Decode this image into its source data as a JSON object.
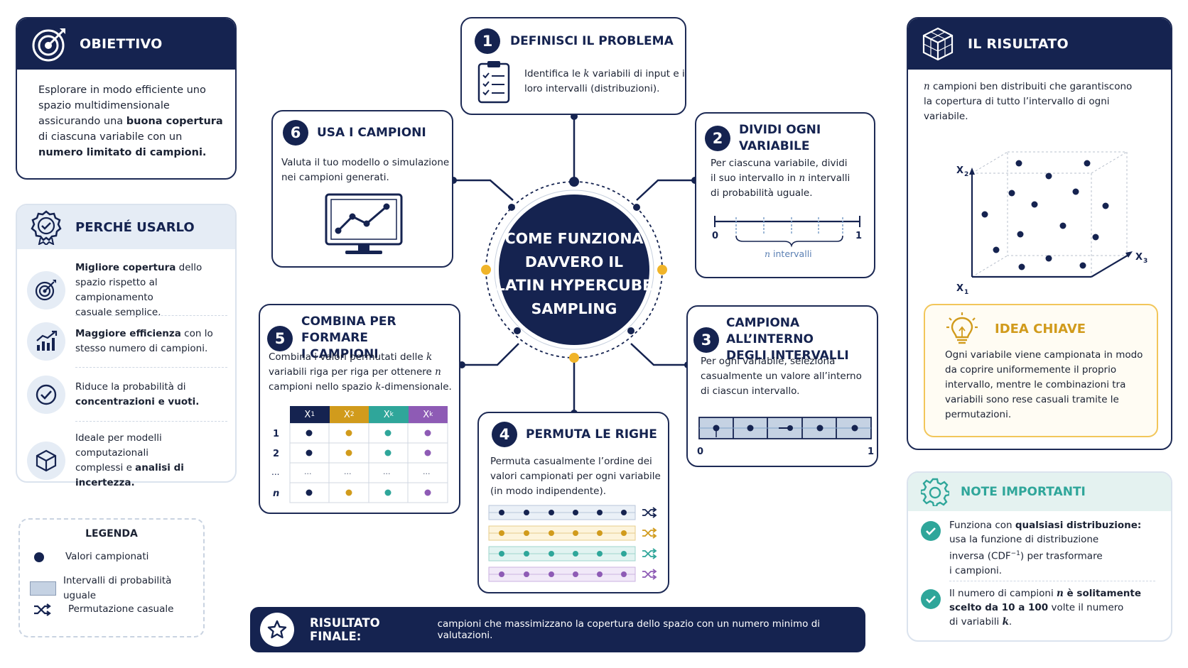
{
  "obiettivo": {
    "title": "OBIETTIVO",
    "line1": "Esplorare in modo efficiente uno",
    "line2": "spazio multidimensionale",
    "line3a": "assicurando una ",
    "line3b": "buona copertura",
    "line4": "di ciascuna variabile con un",
    "line5": "numero limitato di campioni."
  },
  "perche": {
    "title": "PERCHÉ USARLO",
    "items": [
      {
        "bold": "Migliore copertura",
        "rest1": " dello",
        "rest2": "spazio rispetto al campionamento",
        "rest3": "casuale semplice."
      },
      {
        "bold": "Maggiore efficienza",
        "rest1": " con lo",
        "rest2": "stesso numero di campioni.",
        "rest3": ""
      },
      {
        "pre": "Riduce la probabilità di",
        "bold": "concentrazioni e vuoti."
      },
      {
        "pre1": "Ideale per modelli computazionali",
        "pre2": "complessi e ",
        "bold": "analisi di incertezza."
      }
    ]
  },
  "legenda": {
    "title": "LEGENDA",
    "items": [
      "Valori campionati",
      "Intervalli di probabilità uguale",
      "Permutazione casuale"
    ]
  },
  "center": {
    "lines": [
      "COME FUNZIONA",
      "DAVVERO IL",
      "LATIN HYPERCUBE",
      "SAMPLING"
    ]
  },
  "step1": {
    "num": "1",
    "title": "DEFINISCI IL PROBLEMA",
    "l1a": "Identifica le ",
    "k": "k",
    "l1b": " variabili di input e i",
    "l2": "loro intervalli (distribuzioni)."
  },
  "step2": {
    "num": "2",
    "title": "DIVIDI OGNI VARIABILE",
    "l1": "Per ciascuna variabile, dividi",
    "l2a": "il suo intervallo in ",
    "n": "n",
    "l2b": " intervalli",
    "l3": "di probabilità uguale.",
    "axis0": "0",
    "axis1": "1",
    "brace_n": "n",
    "brace_label": " intervalli"
  },
  "step3": {
    "num": "3",
    "title1": "CAMPIONA ALL’INTERNO",
    "title2": "DEGLI INTERVALLI",
    "l1": "Per ogni variabile, seleziona",
    "l2": "casualmente un valore all’interno",
    "l3": "di ciascun intervallo.",
    "axis0": "0",
    "axis1": "1"
  },
  "step4": {
    "num": "4",
    "title": "PERMUTA LE RIGHE",
    "l1": "Permuta casualmente l’ordine dei",
    "l2": "valori campionati per ogni variabile",
    "l3": "(in modo indipendente)."
  },
  "step5": {
    "num": "5",
    "title1": "COMBINA PER FORMARE",
    "title2": "I CAMPIONI",
    "l1a": "Combina i valori permutati delle ",
    "k": "k",
    "l2a": "variabili riga per riga per ottenere ",
    "n": "n",
    "l3a": "campioni nello spazio ",
    "l3b": "-dimensionale.",
    "table": {
      "headers": [
        "X",
        "X",
        "X",
        "X"
      ],
      "subs": [
        "1",
        "2",
        "k",
        "k"
      ],
      "rows": [
        "1",
        "2",
        "...",
        "n"
      ],
      "dots": "...",
      "header_colors": [
        "#152350",
        "#d19b1c",
        "#2fa69a",
        "#8e5bb5"
      ]
    }
  },
  "step6": {
    "num": "6",
    "title": "USA I CAMPIONI",
    "l1": "Valuta il tuo modello o simulazione",
    "l2": "nei campioni generati."
  },
  "risultato": {
    "title": "IL RISULTATO",
    "l1a": "n",
    "l1b": " campioni ben distribuiti che garantiscono",
    "l2": "la copertura di tutto l’intervallo di ogni",
    "l3": "variabile.",
    "ax_x2": "X",
    "ax_x2_sub": "2",
    "ax_x1": "X",
    "ax_x1_sub": "1",
    "ax_x3": "X",
    "ax_x3_sub": "3"
  },
  "idea": {
    "title": "IDEA CHIAVE",
    "lines": [
      "Ogni variabile viene campionata in modo",
      "da coprire uniformemente il proprio",
      "intervallo, mentre le combinazioni tra",
      "variabili sono rese casuali tramite le",
      "permutazioni."
    ]
  },
  "note": {
    "title": "NOTE IMPORTANTI",
    "n1a": "Funziona con ",
    "n1b": "qualsiasi distribuzione:",
    "n1c": "usa la funzione di distribuzione",
    "n1d": "inversa (CDF",
    "n1sup": "−1",
    "n1e": ") per trasformare",
    "n1f": "i campioni.",
    "n2a": "Il numero di campioni ",
    "n2n": "n",
    "n2b": " è solitamente",
    "n2c": "scelto da 10 a 100",
    "n2d": " volte il numero",
    "n2e": "di variabili ",
    "n2k": "k",
    "n2f": "."
  },
  "footer": {
    "label": "RISULTATO FINALE:",
    "text": "campioni che massimizzano la copertura dello spazio con un numero minimo di valutazioni."
  },
  "colors": {
    "navy": "#152350",
    "gold": "#f0b429",
    "teal": "#2fa69a",
    "purple": "#8e5bb5",
    "mustard": "#d19b1c"
  }
}
